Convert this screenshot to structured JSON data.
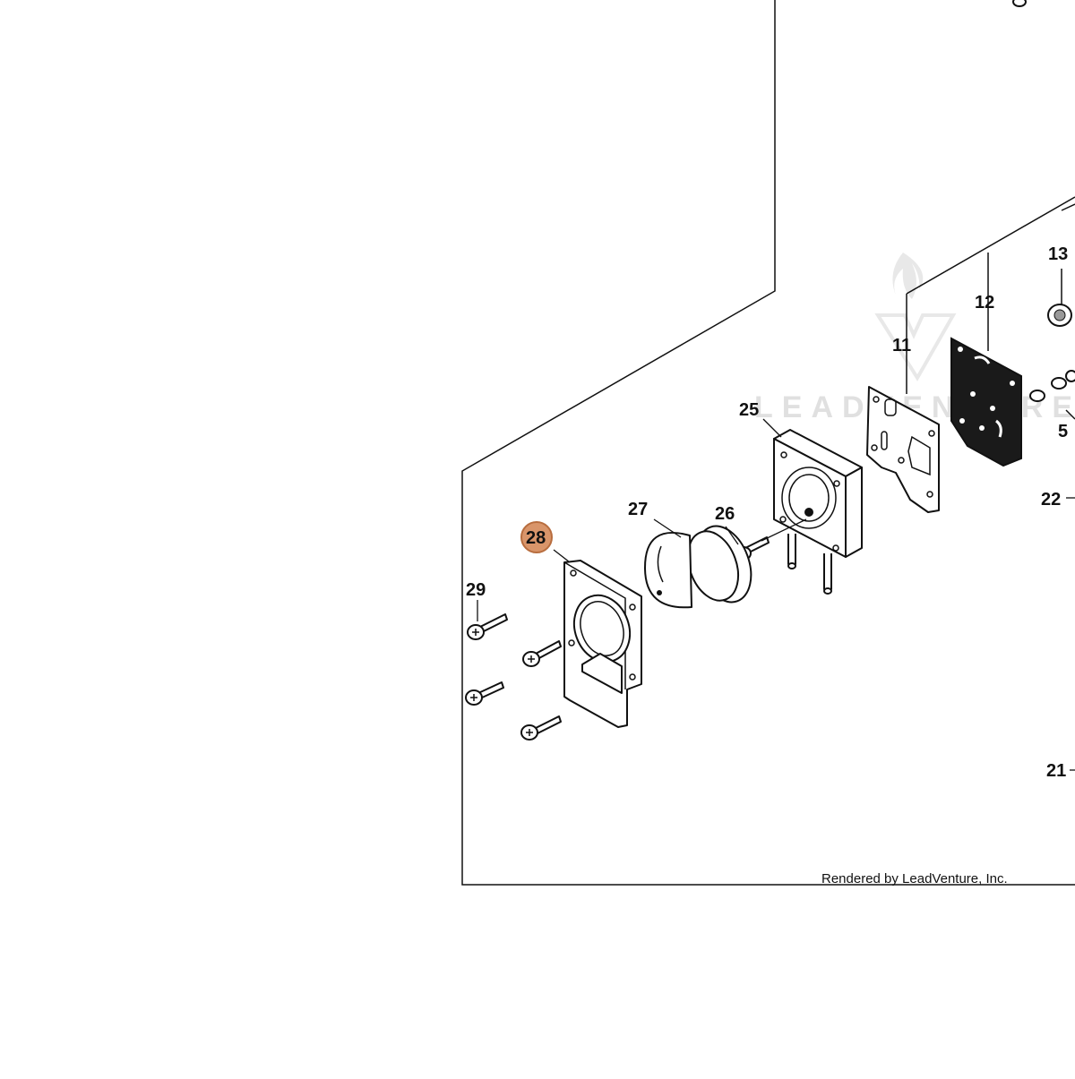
{
  "diagram": {
    "credit": "Rendered by LeadVenture, Inc.",
    "watermark": "LEADVENTURE",
    "highlight_color": "#d9956a",
    "labels": {
      "p5": "5",
      "p11": "11",
      "p12": "12",
      "p13": "13",
      "p21": "21",
      "p22": "22",
      "p25": "25",
      "p26": "26",
      "p27": "27",
      "p28": "28",
      "p29": "29"
    },
    "highlighted_part": "28"
  }
}
